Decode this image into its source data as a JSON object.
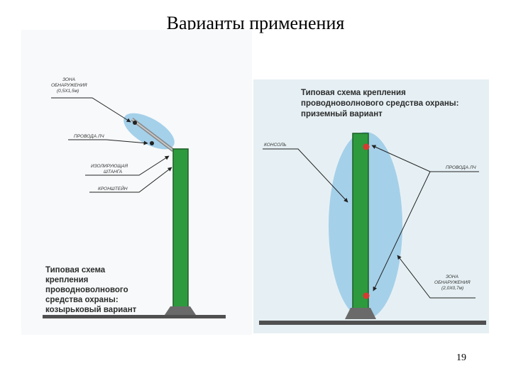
{
  "slide": {
    "title": "Варианты применения",
    "page_number": "19"
  },
  "left_diagram": {
    "labels": {
      "zone_line1": "ЗОНА",
      "zone_line2": "ОБНАРУЖЕНИЯ",
      "zone_line3": "(0,5Х1,5м)",
      "wires": "ПРОВОДА ЛЧ",
      "rod_line1": "ИЗОЛИРУЮЩАЯ",
      "rod_line2": "ШТАНГА",
      "bracket": "КРОНШТЕЙН"
    },
    "caption": [
      "Типовая схема",
      "крепления",
      "проводноволнового",
      "средства охраны:",
      "козырьковый вариант"
    ]
  },
  "right_diagram": {
    "caption": [
      "Типовая схема крепления",
      "проводноволнового средства охраны:",
      "приземный вариант"
    ],
    "labels": {
      "console": "КОНСОЛЬ",
      "wires": "ПРОВОДА ЛЧ",
      "zone_line1": "ЗОНА",
      "zone_line2": "ОБНАРУЖЕНИЯ",
      "zone_line3": "(2,0Х0,7м)"
    }
  },
  "colors": {
    "post_green": "#2e9a3e",
    "post_outline": "#1d5e26",
    "zone_blue": "#8fc6e6",
    "right_panel_bg": "#e6f0f4",
    "ground": "#505050",
    "base": "#6a6a6a",
    "wire_point": "#d63b2f"
  }
}
